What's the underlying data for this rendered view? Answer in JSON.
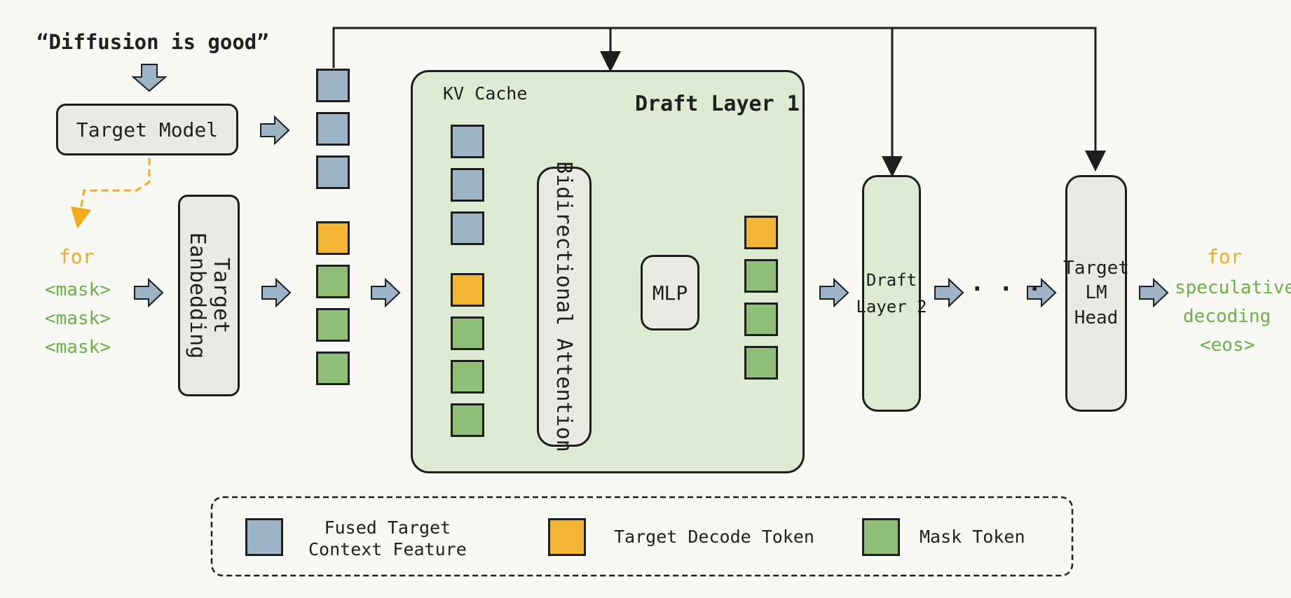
{
  "input_quote": "“Diffusion is good”",
  "target_model": "Target Model",
  "target_embedding": "Target\nEanbedding",
  "kv_cache": "KV Cache",
  "draft_layer_1": "Draft Layer 1",
  "bidirectional_attention": "Bidirectional Attention",
  "mlp": "MLP",
  "draft_layer_2": "Draft\nLayer 2",
  "ellipsis": "· · ·",
  "target_lm_head": "Target\nLM\nHead",
  "input_tokens": {
    "decoded": "for",
    "masks": [
      "<mask>",
      "<mask>",
      "<mask>"
    ]
  },
  "output_tokens": {
    "decoded": "for",
    "rest": [
      "speculative",
      "decoding",
      "<eos>"
    ]
  },
  "legend": [
    {
      "label": "Fused Target\nContext Feature",
      "color": "#9db4c7"
    },
    {
      "label": "Target Decode Token",
      "color": "#f2b535"
    },
    {
      "label": "Mask Token",
      "color": "#8fbf79"
    }
  ],
  "colors": {
    "context_feature": "#9db4c7",
    "decode_token": "#f2b535",
    "mask_token": "#8fbf79",
    "draft_layer_fill": "#dcebd2",
    "block_fill": "#eaeae5",
    "decoded_text": "#f0ab1f",
    "mask_text": "#6bb046"
  }
}
